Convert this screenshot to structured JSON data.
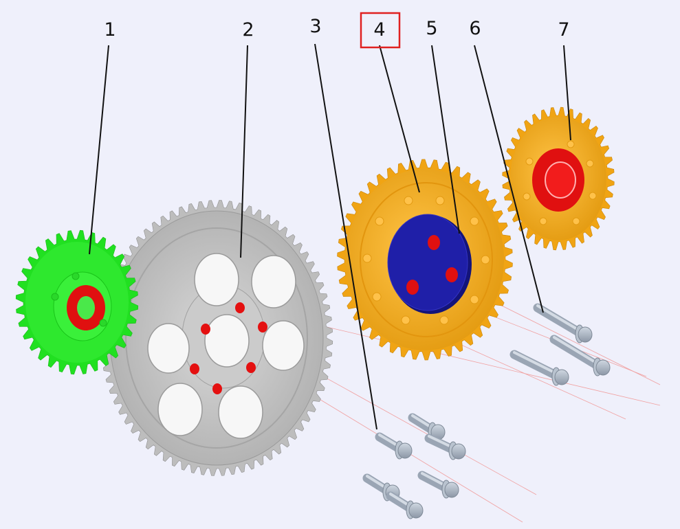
{
  "callouts": [
    {
      "label": "1"
    },
    {
      "label": "2"
    },
    {
      "label": "3"
    },
    {
      "label": "4",
      "highlighted": true
    },
    {
      "label": "5"
    },
    {
      "label": "6"
    },
    {
      "label": "7"
    }
  ],
  "colors": {
    "background": "#eff0fb",
    "green_gear": "#22e622",
    "grey_gear": "#c4c4c4",
    "orange_gear": "#f2a818",
    "blue_plate": "#1d1d9e",
    "red": "#e01010",
    "bolt": "#a9b4c2",
    "highlight_box": "#e02020"
  }
}
